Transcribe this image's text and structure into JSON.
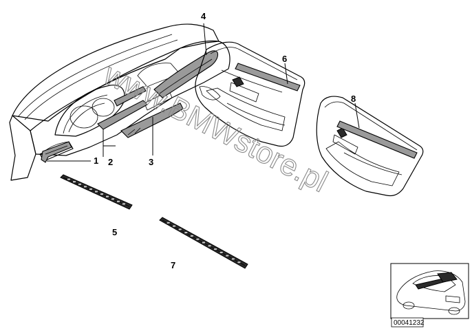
{
  "watermark": "www.BMWstore.pl",
  "reference_code": "00041232",
  "callouts": [
    {
      "id": "1",
      "label": "1"
    },
    {
      "id": "2",
      "label": "2"
    },
    {
      "id": "3",
      "label": "3"
    },
    {
      "id": "4",
      "label": "4"
    },
    {
      "id": "5",
      "label": "5"
    },
    {
      "id": "6",
      "label": "6"
    },
    {
      "id": "7",
      "label": "7"
    },
    {
      "id": "8",
      "label": "8"
    }
  ],
  "icons": [
    "car-thumbnail-icon"
  ],
  "colors": {
    "line": "#000000",
    "trim": "#9a9a9a",
    "watermark": "#8a8a8a",
    "background": "#ffffff"
  }
}
